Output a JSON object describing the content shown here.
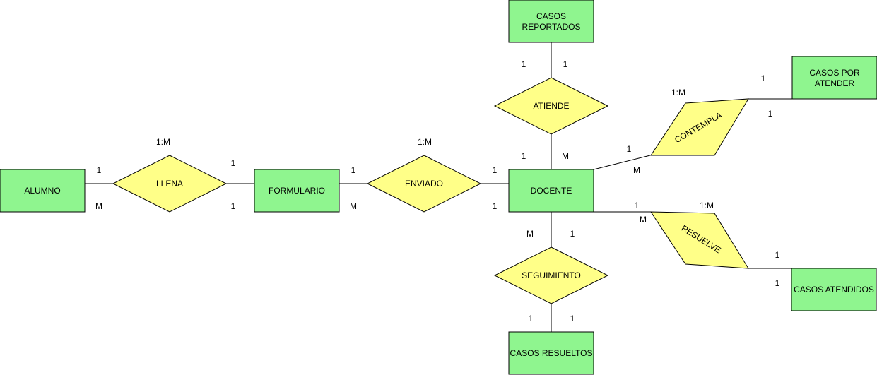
{
  "colors": {
    "entity_fill": "#8FF58F",
    "relationship_fill": "#FFFF88",
    "line": "#000000"
  },
  "entities": {
    "alumno": [
      "ALUMNO"
    ],
    "formulario": [
      "FORMULARIO"
    ],
    "docente": [
      "DOCENTE"
    ],
    "casos_reportados": [
      "CASOS",
      "REPORTADOS"
    ],
    "casos_por_atender": [
      "CASOS POR",
      "ATENDER"
    ],
    "casos_atendidos": [
      "CASOS ATENDIDOS"
    ],
    "casos_resueltos": [
      "CASOS RESUELTOS"
    ]
  },
  "relationships": {
    "llena": "LLENA",
    "enviado": "ENVIADO",
    "atiende": "ATIENDE",
    "seguimiento": "SEGUIMIENTO",
    "contempla": "CONTEMPLA",
    "resuelve": "RESUELVE"
  },
  "cardinalities": {
    "llena_ratio": "1:M",
    "llena_left_top": "1",
    "llena_left_bottom": "M",
    "llena_right_top": "1",
    "llena_right_bottom": "1",
    "enviado_ratio": "1:M",
    "enviado_left_top": "1",
    "enviado_left_bottom": "M",
    "enviado_right_top": "1",
    "enviado_right_bottom": "1",
    "atiende_top_left": "1",
    "atiende_top_right": "1",
    "atiende_bottom_left": "1",
    "atiende_bottom_right": "M",
    "seguimiento_top_left": "M",
    "seguimiento_top_right": "1",
    "seguimiento_bottom_left": "1",
    "seguimiento_bottom_right": "1",
    "contempla_ratio": "1:M",
    "contempla_right_top": "1",
    "contempla_right_bottom": "1",
    "contempla_left_top": "1",
    "contempla_left_bottom": "M",
    "resuelve_ratio": "1:M",
    "resuelve_left_top": "1",
    "resuelve_left_bottom": "M",
    "resuelve_right_top": "1",
    "resuelve_right_bottom": "1"
  }
}
